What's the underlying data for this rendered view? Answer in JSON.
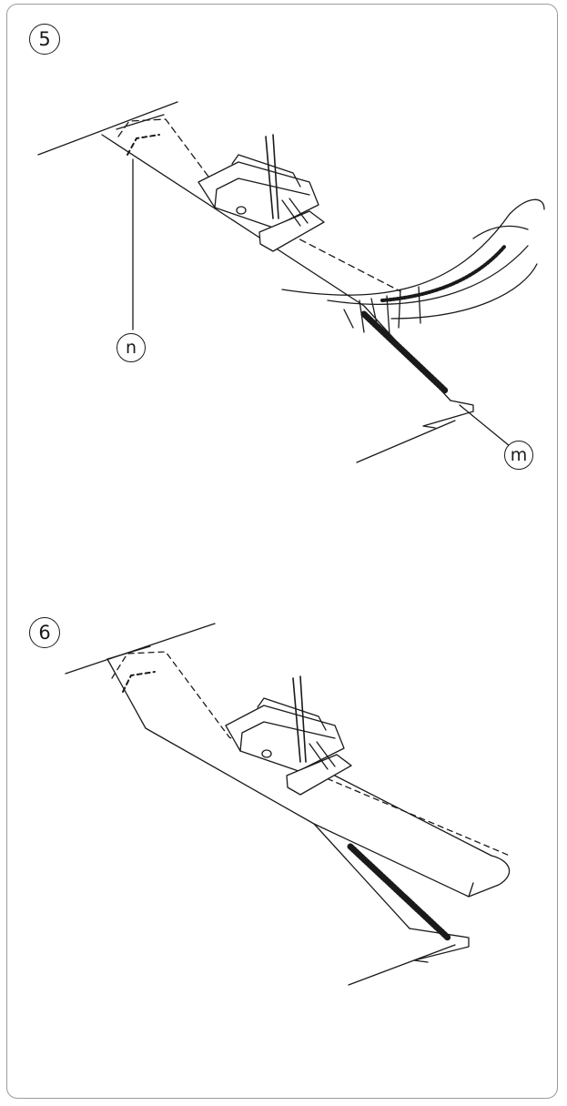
{
  "steps": [
    {
      "number": "5",
      "labels": {
        "n": "n",
        "m": "m"
      }
    },
    {
      "number": "6"
    }
  ],
  "colors": {
    "ink": "#1a1a1a",
    "frame": "#9a9a9a"
  }
}
